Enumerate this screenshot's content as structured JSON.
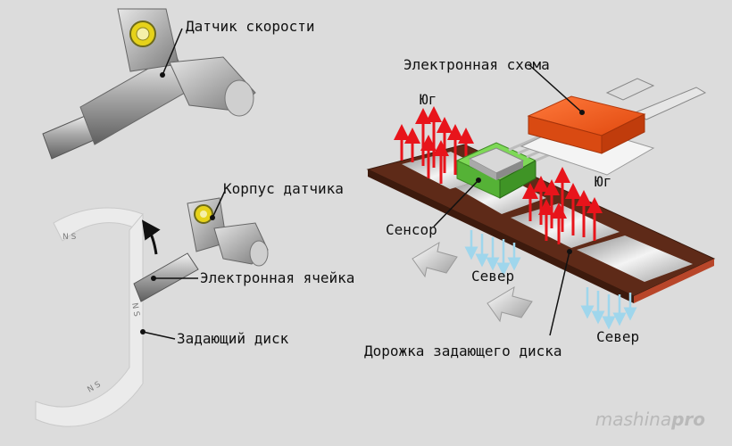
{
  "labels": {
    "speed_sensor": "Датчик скорости",
    "sensor_body": "Корпус датчика",
    "electronic_cell": "Электронная ячейка",
    "master_disk": "Задающий диск",
    "electronic_circuit": "Электронная схема",
    "south_1": "Юг",
    "south_2": "Юг",
    "sensor": "Сенсор",
    "north_1": "Север",
    "north_2": "Север",
    "disk_track": "Дорожка задающего диска"
  },
  "disk_letters": "N S",
  "watermark": {
    "part1": "mashina",
    "part2": "pro"
  },
  "colors": {
    "background": "#dcdcdc",
    "south_arrows": "#e8141b",
    "north_arrows": "#9fd6ec",
    "circuit": "#f05a1e",
    "sensor": "#7ed957",
    "strip": "#7a3a24"
  }
}
